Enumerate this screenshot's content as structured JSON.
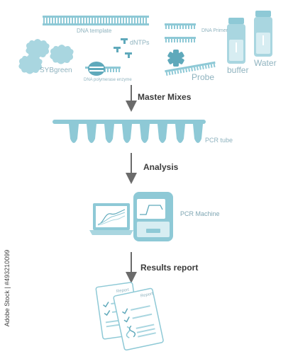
{
  "colors": {
    "accent": "#8ec9d6",
    "accent_dark": "#5fa9bb",
    "label": "#8fb3bf",
    "arrow": "#6b6b6b",
    "text_dark": "#3b3b3b"
  },
  "reagents": {
    "dna_template": "DNA template",
    "dntps": "dNTPs",
    "sybgreen": "SYBgreen",
    "polymerase": "DNA polymerase enzyme",
    "dna_primer": "DNA  Primer",
    "probe": "Probe",
    "buffer": "buffer",
    "water": "Water"
  },
  "steps": {
    "master_mixes": "Master Mixes",
    "analysis": "Analysis",
    "results_report": "Results report"
  },
  "items": {
    "pcr_tube": "PCR tube",
    "pcr_machine": "PCR  Machine",
    "report_title": "Report"
  },
  "stock_id": "Adobe Stock | #493210099"
}
